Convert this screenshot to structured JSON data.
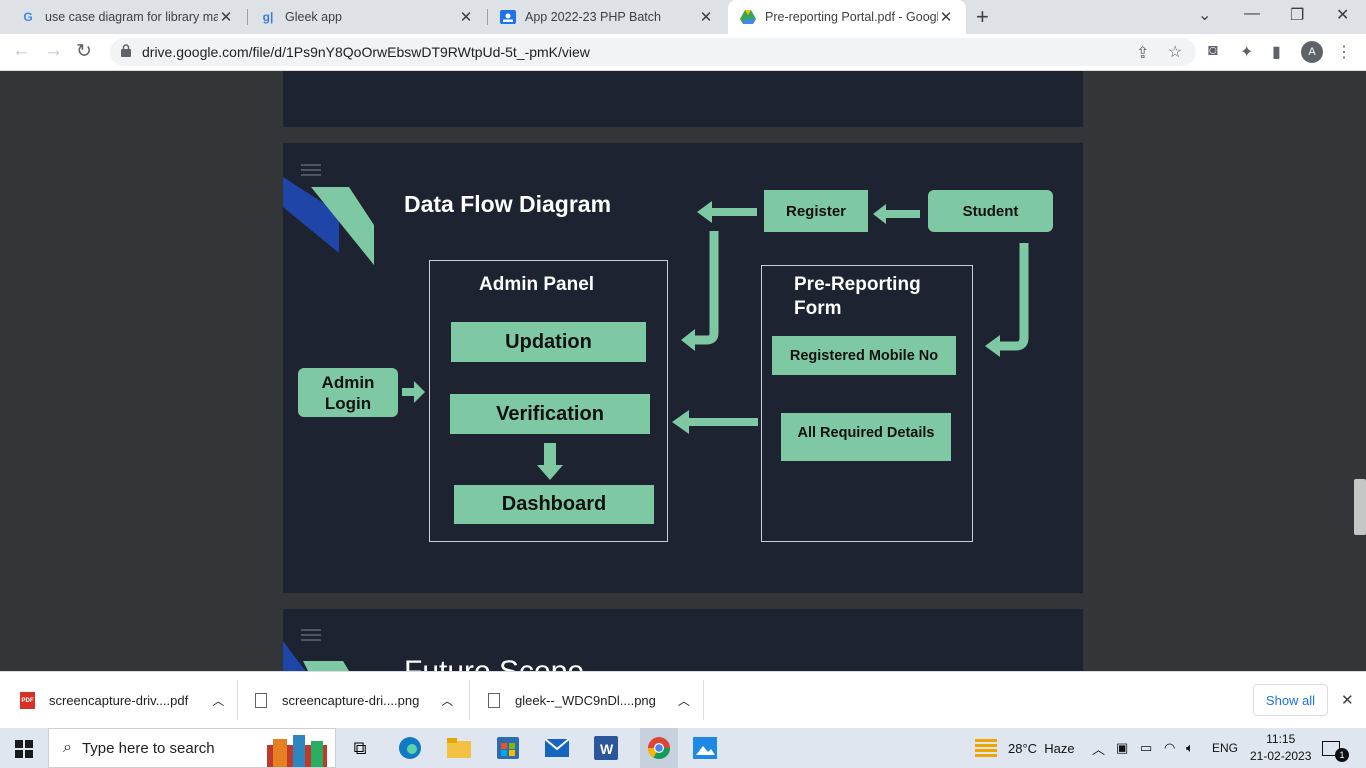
{
  "browser": {
    "tabs": [
      {
        "title": "use case diagram for library man",
        "icon": "google-icon"
      },
      {
        "title": "Gleek app",
        "icon": "gleek-icon"
      },
      {
        "title": "App 2022-23 PHP Batch",
        "icon": "classroom-icon"
      },
      {
        "title": "Pre-reporting Portal.pdf - Google",
        "icon": "drive-icon",
        "active": true
      }
    ],
    "url": "drive.google.com/file/d/1Ps9nY8QoOrwEbswDT9RWtpUd-5t_-pmK/view",
    "profile_initial": "A"
  },
  "slide": {
    "title": "Data Flow Diagram",
    "admin_panel": {
      "title": "Admin Panel",
      "items": [
        "Updation",
        "Verification",
        "Dashboard"
      ]
    },
    "admin_login": "Admin Login",
    "register": "Register",
    "student": "Student",
    "prereporting": {
      "title": "Pre-Reporting Form",
      "items": [
        "Registered Mobile No",
        "All Required Details"
      ]
    },
    "colors": {
      "box": "#7ec8a4",
      "slide_bg": "#1d2330",
      "accent_blue": "#1f45a8"
    }
  },
  "next_slide": {
    "title": "Future Scope"
  },
  "downloads": {
    "items": [
      {
        "name": "screencapture-driv....pdf",
        "icon": "pdf-icon"
      },
      {
        "name": "screencapture-dri....png",
        "icon": "file-icon"
      },
      {
        "name": "gleek--_WDC9nDl....png",
        "icon": "file-icon"
      }
    ],
    "show_all": "Show all"
  },
  "taskbar": {
    "search_placeholder": "Type here to search",
    "weather": "28°C  Haze",
    "lang": "ENG",
    "time": "11:15",
    "date": "21-02-2023",
    "notifications": "1"
  }
}
